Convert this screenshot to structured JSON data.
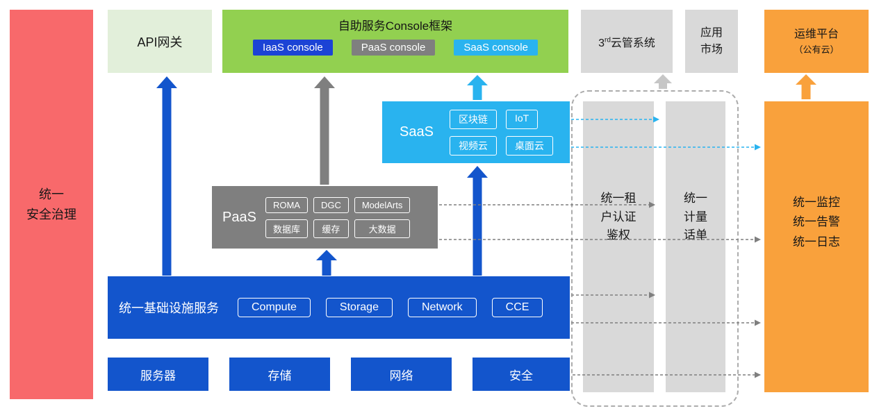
{
  "security_bar": {
    "lines": [
      "统一",
      "安全治理"
    ]
  },
  "api_gateway": {
    "label": "API网关"
  },
  "console": {
    "title": "自助服务Console框架",
    "chips": [
      "IaaS console",
      "PaaS console",
      "SaaS console"
    ]
  },
  "third_cloud": {
    "num": "3",
    "sup": "rd",
    "rest": "云管系统"
  },
  "app_market": {
    "lines": [
      "应用",
      "市场"
    ]
  },
  "om_platform": {
    "lines": [
      "运维平台",
      "（公有云）"
    ]
  },
  "saas": {
    "label": "SaaS",
    "chips": [
      "区块链",
      "IoT",
      "视频云",
      "桌面云"
    ]
  },
  "paas": {
    "label": "PaaS",
    "chips": [
      "ROMA",
      "DGC",
      "ModelArts",
      "数据库",
      "缓存",
      "大数据"
    ]
  },
  "infra": {
    "label": "统一基础设施服务",
    "chips": [
      "Compute",
      "Storage",
      "Network",
      "CCE"
    ]
  },
  "bottom_boxes": [
    "服务器",
    "存储",
    "网络",
    "安全"
  ],
  "tenant_auth_bar": {
    "lines": [
      "统一租",
      "户认证",
      "鉴权"
    ]
  },
  "metering_bar": {
    "lines": [
      "统一",
      "计量",
      "话单"
    ]
  },
  "monitoring_bar": {
    "lines": [
      "统一监控",
      "统一告警",
      "统一日志"
    ]
  },
  "colors": {
    "red": "#F8696B",
    "api_green": "#E2EFDA",
    "console_green": "#92D050",
    "blue": "#1355CC",
    "iaas_blue": "#1C43D5",
    "gray": "#7F7F7F",
    "cyan": "#29B3EF",
    "light_gray": "#D9D9D9",
    "orange": "#F9A13C"
  }
}
